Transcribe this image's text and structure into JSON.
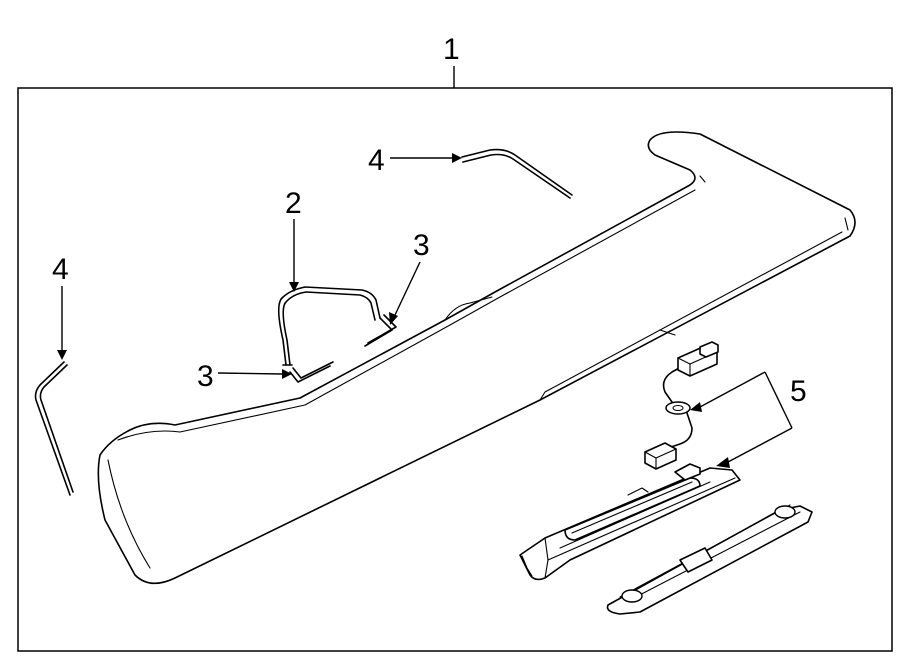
{
  "callouts": {
    "assembly": "1",
    "bracket": "2",
    "clip_left": "3",
    "clip_right": "3",
    "seal_left": "4",
    "seal_top": "4",
    "lamp_group": "5"
  }
}
